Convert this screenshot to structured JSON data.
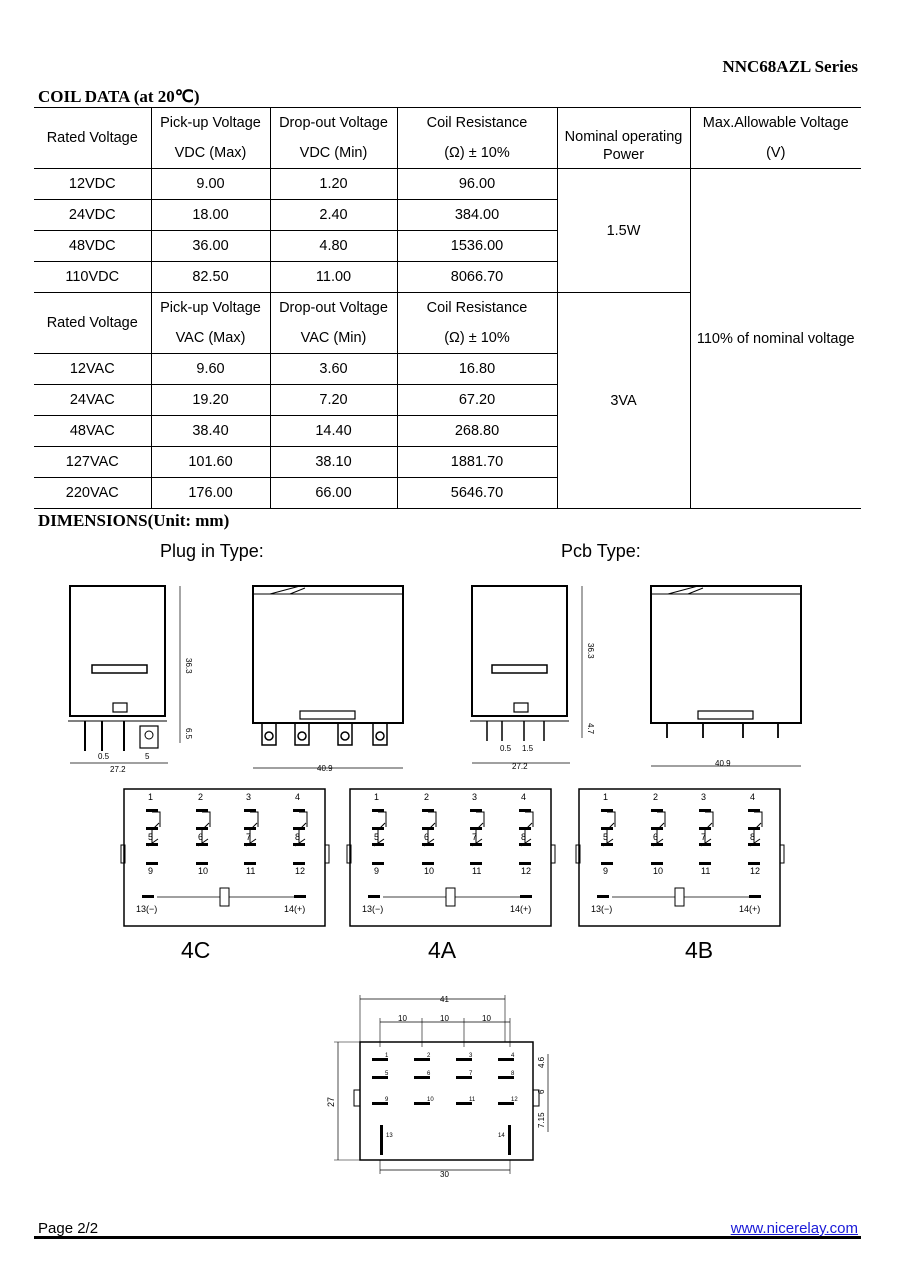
{
  "header": {
    "series": "NNC68AZL Series"
  },
  "coil": {
    "title": "COIL DATA (at 20℃)",
    "dc_header": {
      "rated": "Rated Voltage",
      "pickup_1": "Pick-up Voltage",
      "pickup_2": "VDC (Max)",
      "dropout_1": "Drop-out Voltage",
      "dropout_2": "VDC (Min)",
      "resistance_1": "Coil Resistance",
      "resistance_2": "(Ω)  ± 10%",
      "power": "Nominal operating Power",
      "maxv_1": "Max.Allowable Voltage",
      "maxv_2": "(V)"
    },
    "dc_rows": [
      [
        "12VDC",
        "9.00",
        "1.20",
        "96.00"
      ],
      [
        "24VDC",
        "18.00",
        "2.40",
        "384.00"
      ],
      [
        "48VDC",
        "36.00",
        "4.80",
        "1536.00"
      ],
      [
        "110VDC",
        "82.50",
        "11.00",
        "8066.70"
      ]
    ],
    "dc_power": "1.5W",
    "ac_header": {
      "rated": "Rated Voltage",
      "pickup_1": "Pick-up Voltage",
      "pickup_2": "VAC (Max)",
      "dropout_1": "Drop-out Voltage",
      "dropout_2": "VAC (Min)",
      "resistance_1": "Coil Resistance",
      "resistance_2": "(Ω)  ± 10%"
    },
    "ac_rows": [
      [
        "12VAC",
        "9.60",
        "3.60",
        "16.80"
      ],
      [
        "24VAC",
        "19.20",
        "7.20",
        "67.20"
      ],
      [
        "48VAC",
        "38.40",
        "14.40",
        "268.80"
      ],
      [
        "127VAC",
        "101.60",
        "38.10",
        "1881.70"
      ],
      [
        "220VAC",
        "176.00",
        "66.00",
        "5646.70"
      ]
    ],
    "ac_power": "3VA",
    "max_allowable": "110% of nominal voltage"
  },
  "dimensions": {
    "title": "DIMENSIONS(Unit: mm)",
    "plug_label": "Plug in  Type:",
    "pcb_label": "Pcb Type:",
    "plug_dims": {
      "height": "36.3",
      "pin_h": "6.5",
      "w1": "0.5",
      "w2": "5",
      "width": "27.2",
      "side_width": "40.9"
    },
    "pcb_dims": {
      "height": "36.3",
      "pin_h": "4.7",
      "w1": "0.5",
      "w2": "1.5",
      "width": "27.2",
      "side_width": "40.9"
    },
    "schematic_pins": [
      "1",
      "2",
      "3",
      "4",
      "5",
      "6",
      "7",
      "8",
      "9",
      "10",
      "11",
      "12"
    ],
    "coil_minus": "13(−)",
    "coil_plus": "14(+)",
    "variants": [
      "4C",
      "4A",
      "4B"
    ],
    "bottom": {
      "overall": "41",
      "pitch": [
        "10",
        "10",
        "10"
      ],
      "height": "27",
      "base": "30",
      "v1": "4.6",
      "v2": "6",
      "v3": "7.15",
      "pins": [
        "1",
        "2",
        "3",
        "4",
        "5",
        "6",
        "7",
        "8",
        "9",
        "10",
        "11",
        "12",
        "13",
        "14"
      ]
    }
  },
  "footer": {
    "page": "Page 2/2",
    "url": "www.nicerelay.com"
  }
}
